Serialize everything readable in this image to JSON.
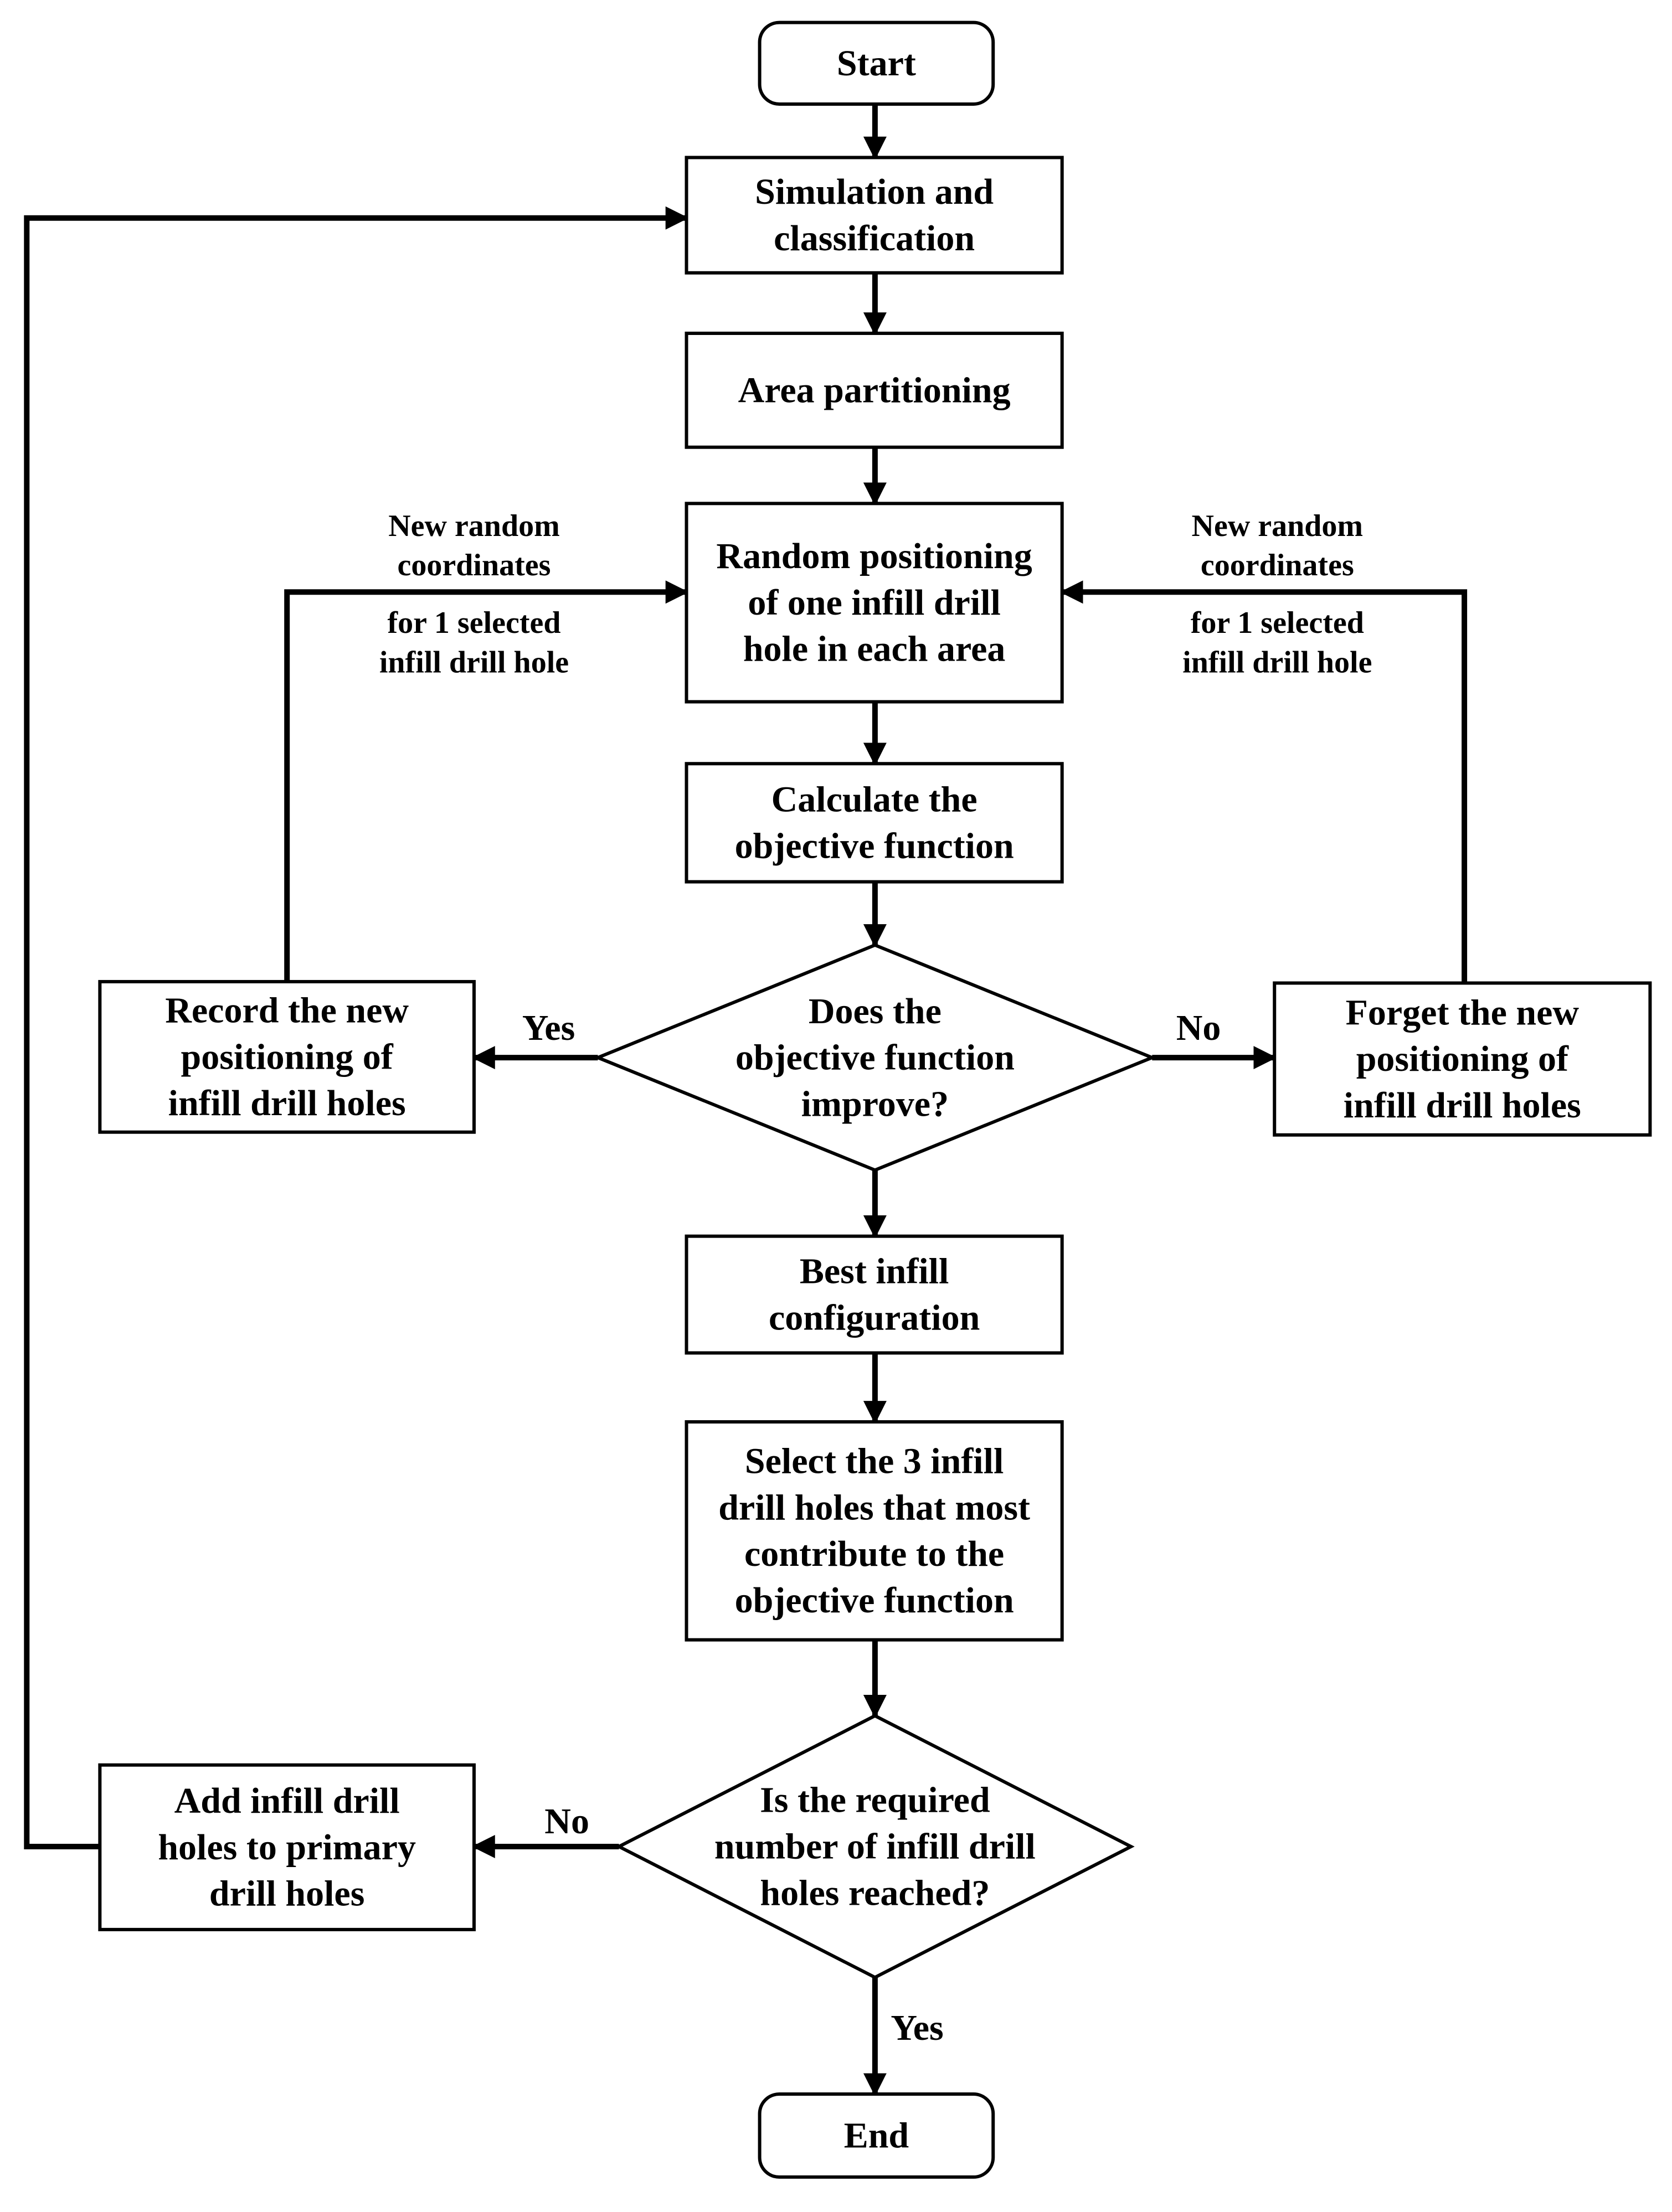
{
  "nodes": {
    "start": {
      "type": "terminal",
      "lines": [
        "Start"
      ]
    },
    "simulation": {
      "type": "process",
      "lines": [
        "Simulation and",
        "classification"
      ]
    },
    "partition": {
      "type": "process",
      "lines": [
        "Area partitioning"
      ]
    },
    "random": {
      "type": "process",
      "lines": [
        "Random positioning",
        "of one infill drill",
        "hole in each area"
      ]
    },
    "calculate": {
      "type": "process",
      "lines": [
        "Calculate the",
        "objective function"
      ]
    },
    "improve": {
      "type": "decision",
      "lines": [
        "Does the",
        "objective function",
        "improve?"
      ]
    },
    "record": {
      "type": "process",
      "lines": [
        "Record the new",
        "positioning of",
        "infill drill holes"
      ]
    },
    "forget": {
      "type": "process",
      "lines": [
        "Forget the new",
        "positioning of",
        "infill drill holes"
      ]
    },
    "best": {
      "type": "process",
      "lines": [
        "Best infill",
        "configuration"
      ]
    },
    "select": {
      "type": "process",
      "lines": [
        "Select the 3 infill",
        "drill holes that most",
        "contribute to the",
        "objective function"
      ]
    },
    "reached": {
      "type": "decision",
      "lines": [
        "Is the required",
        "number of infill drill",
        "holes reached?"
      ]
    },
    "add": {
      "type": "process",
      "lines": [
        "Add infill drill",
        "holes to primary",
        "drill holes"
      ]
    },
    "end": {
      "type": "terminal",
      "lines": [
        "End"
      ]
    }
  },
  "edges": [
    {
      "from": "start",
      "to": "simulation",
      "label": ""
    },
    {
      "from": "simulation",
      "to": "partition",
      "label": ""
    },
    {
      "from": "partition",
      "to": "random",
      "label": ""
    },
    {
      "from": "random",
      "to": "calculate",
      "label": ""
    },
    {
      "from": "calculate",
      "to": "improve",
      "label": ""
    },
    {
      "from": "improve",
      "to": "record",
      "label": "Yes"
    },
    {
      "from": "improve",
      "to": "forget",
      "label": "No"
    },
    {
      "from": "record",
      "to": "random",
      "label": "New random coordinates for 1 selected infill drill hole"
    },
    {
      "from": "forget",
      "to": "random",
      "label": "New random coordinates for 1 selected infill drill hole"
    },
    {
      "from": "improve",
      "to": "best",
      "label": ""
    },
    {
      "from": "best",
      "to": "select",
      "label": ""
    },
    {
      "from": "select",
      "to": "reached",
      "label": ""
    },
    {
      "from": "reached",
      "to": "add",
      "label": "No"
    },
    {
      "from": "reached",
      "to": "end",
      "label": "Yes"
    },
    {
      "from": "add",
      "to": "simulation",
      "label": ""
    }
  ],
  "labels": {
    "left_loop": [
      "New random",
      "coordinates",
      "for 1 selected",
      "infill drill hole"
    ],
    "right_loop": [
      "New random",
      "coordinates",
      "for 1 selected",
      "infill drill hole"
    ],
    "improve_yes": "Yes",
    "improve_no": "No",
    "reached_no": "No",
    "reached_yes": "Yes"
  }
}
